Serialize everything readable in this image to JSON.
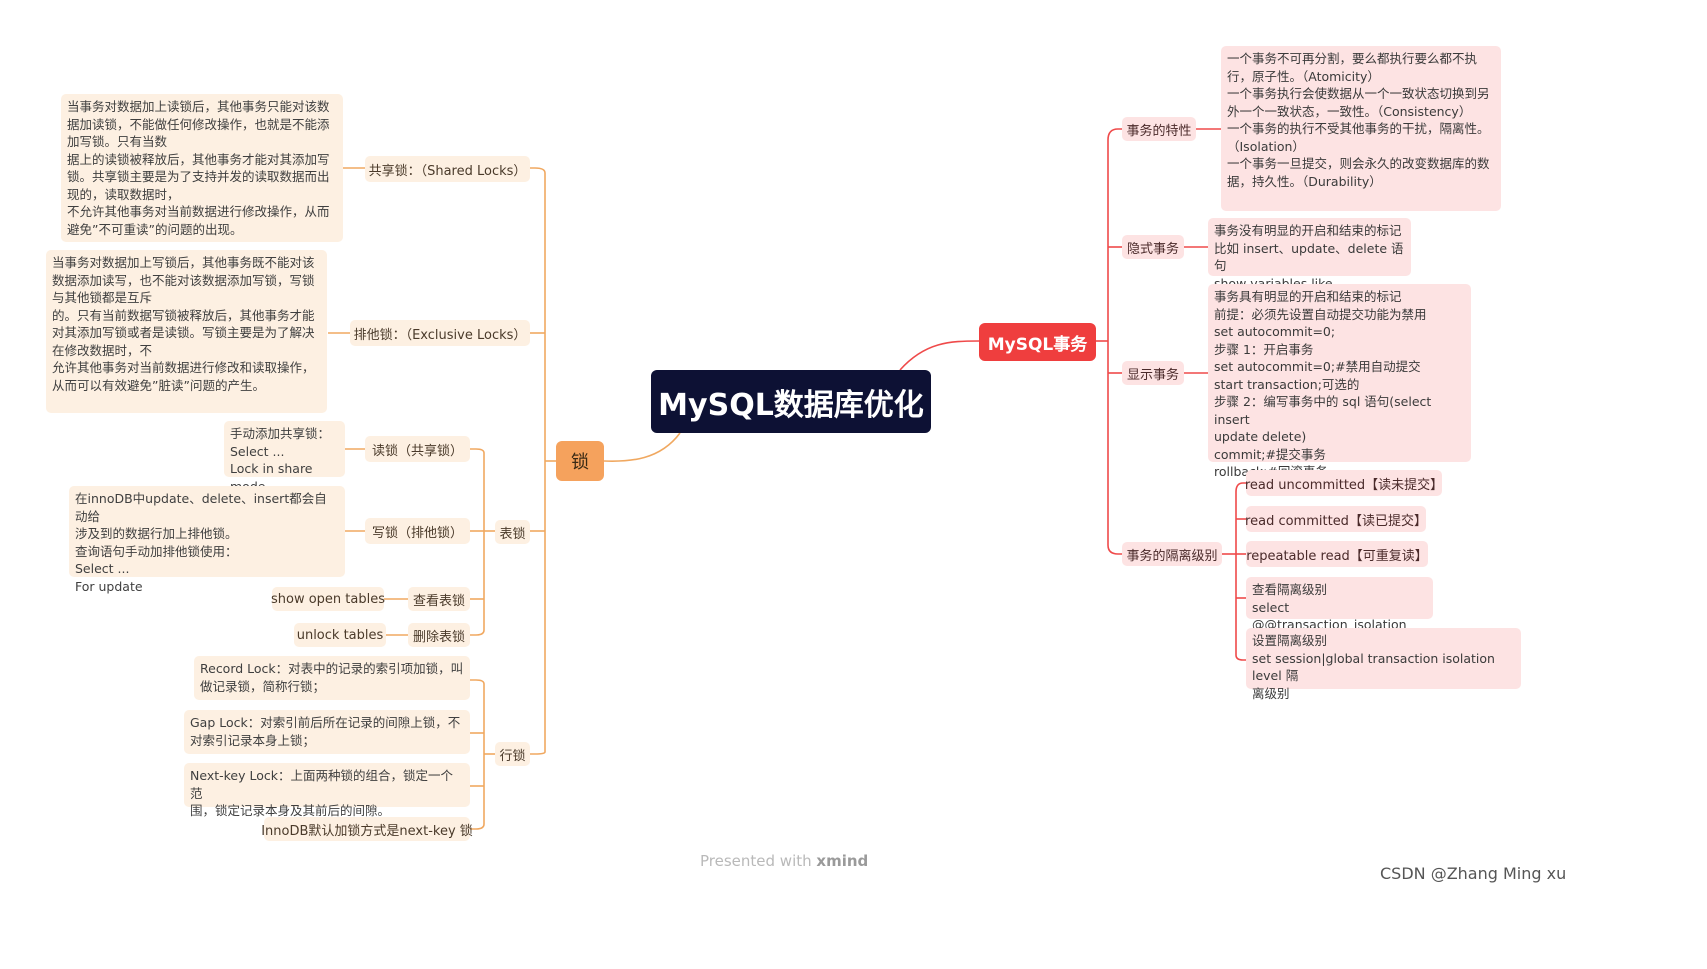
{
  "root": {
    "title": "MySQL数据库优化"
  },
  "left": {
    "title": "锁",
    "shared": {
      "label": "共享锁：（Shared Locks）",
      "desc": "当事务对数据加上读锁后，其他事务只能对该数\n据加读锁，不能做任何修改操作，也就是不能添\n加写锁。只有当数\n据上的读锁被释放后，其他事务才能对其添加写\n锁。共享锁主要是为了支持并发的读取数据而出\n现的，读取数据时，\n不允许其他事务对当前数据进行修改操作，从而\n避免”不可重读”的问题的出现。"
    },
    "exclusive": {
      "label": "排他锁：（Exclusive Locks）",
      "desc": "当事务对数据加上写锁后，其他事务既不能对该\n数据添加读写，也不能对该数据添加写锁，写锁\n与其他锁都是互斥\n的。只有当前数据写锁被释放后，其他事务才能\n对其添加写锁或者是读锁。写锁主要是为了解决\n在修改数据时，不\n允许其他事务对当前数据进行修改和读取操作，\n从而可以有效避免”脏读”问题的产生。"
    },
    "table": {
      "label": "表锁",
      "read": {
        "label": "读锁（共享锁）",
        "desc": "手动添加共享锁：\nSelect ...\nLock in share mode"
      },
      "write": {
        "label": "写锁（排他锁）",
        "desc": "在innoDB中update、delete、insert都会自动给\n涉及到的数据行加上排他锁。\n查询语句手动加排他锁使用：\nSelect ...\nFor update"
      },
      "view": {
        "label": "查看表锁",
        "desc": "show open tables"
      },
      "delete": {
        "label": "删除表锁",
        "desc": "unlock tables"
      }
    },
    "row": {
      "label": "行锁",
      "items": [
        "Record Lock：对表中的记录的索引项加锁，叫\n做记录锁，简称行锁；",
        "Gap Lock：对索引前后所在记录的间隙上锁，不\n对索引记录本身上锁；",
        "Next-key Lock：上面两种锁的组合，锁定一个范\n围，锁定记录本身及其前后的间隙。",
        "InnoDB默认加锁方式是next-key 锁"
      ]
    }
  },
  "right": {
    "title": "MySQL事务",
    "props": {
      "label": "事务的特性",
      "desc": "一个事务不可再分割，要么都执行要么都不执\n行，原子性。（Atomicity）\n一个事务执行会使数据从一个一致状态切换到另\n外一个一致状态，一致性。（Consistency）\n一个事务的执行不受其他事务的干扰，隔离性。\n（Isolation）\n一个事务一旦提交，则会永久的改变数据库的数\n据，持久性。（Durability）"
    },
    "implicit": {
      "label": "隐式事务",
      "desc": "事务没有明显的开启和结束的标记\n比如 insert、update、delete 语句\nshow variables like 'autocommit';"
    },
    "explicit": {
      "label": "显示事务",
      "desc": "事务具有明显的开启和结束的标记\n前提：必须先设置自动提交功能为禁用\nset autocommit=0;\n步骤 1：开启事务\nset autocommit=0;#禁用自动提交\nstart transaction;可选的\n步骤 2：编写事务中的 sql 语句(select insert\nupdate delete)\ncommit;#提交事务\nrollback;#回滚事务"
    },
    "isolation": {
      "label": "事务的隔离级别",
      "items": [
        "read uncommitted【读未提交】",
        "read committed【读已提交】",
        "repeatable read【可重复读】",
        "查看隔离级别\nselect @@transaction_isolation",
        "设置隔离级别\nset session|global transaction isolation level 隔\n离级别"
      ]
    }
  },
  "footer": {
    "presented": "Presented with",
    "brand": "xmind"
  },
  "watermark": "CSDN @Zhang Ming xu",
  "colors": {
    "root": "#0d1134",
    "lock": "#f5a25d",
    "lock_line": "#f0a860",
    "mysql": "#ef3e3e",
    "mysql_line": "#ef4a4a"
  }
}
